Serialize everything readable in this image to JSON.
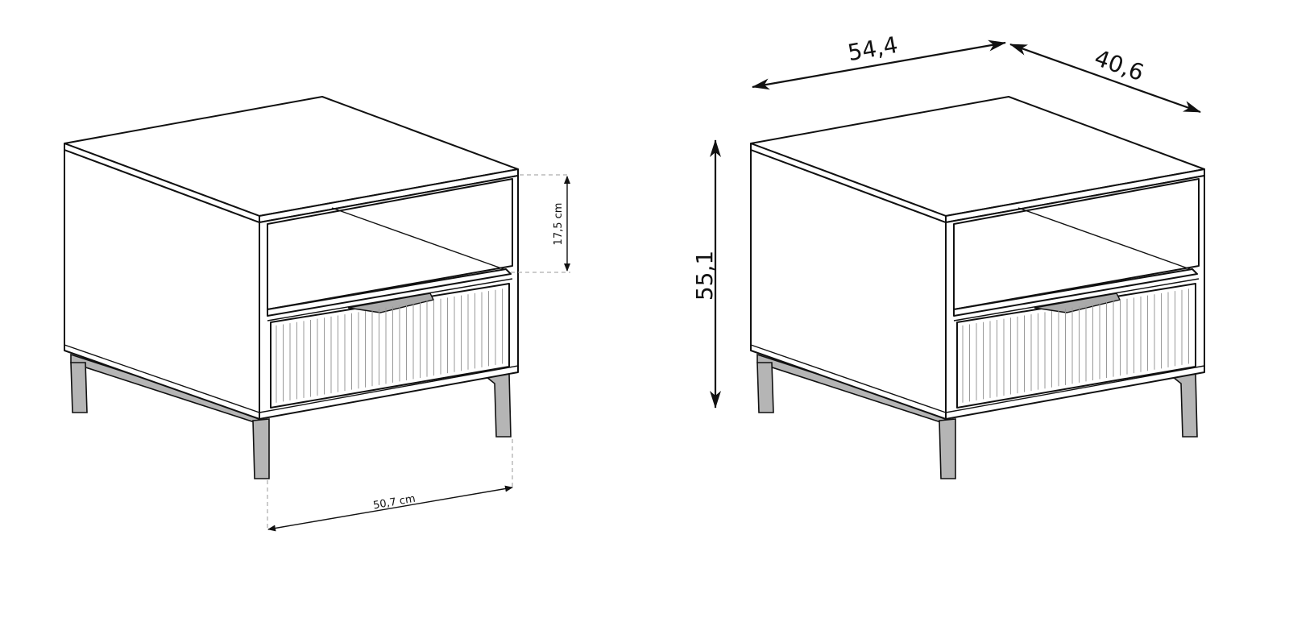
{
  "left_view": {
    "opening_height_label": "17,5 cm",
    "leg_width_label": "50,7 cm"
  },
  "right_view": {
    "width_label": "54,4",
    "depth_label": "40,6",
    "height_label": "55,1"
  }
}
